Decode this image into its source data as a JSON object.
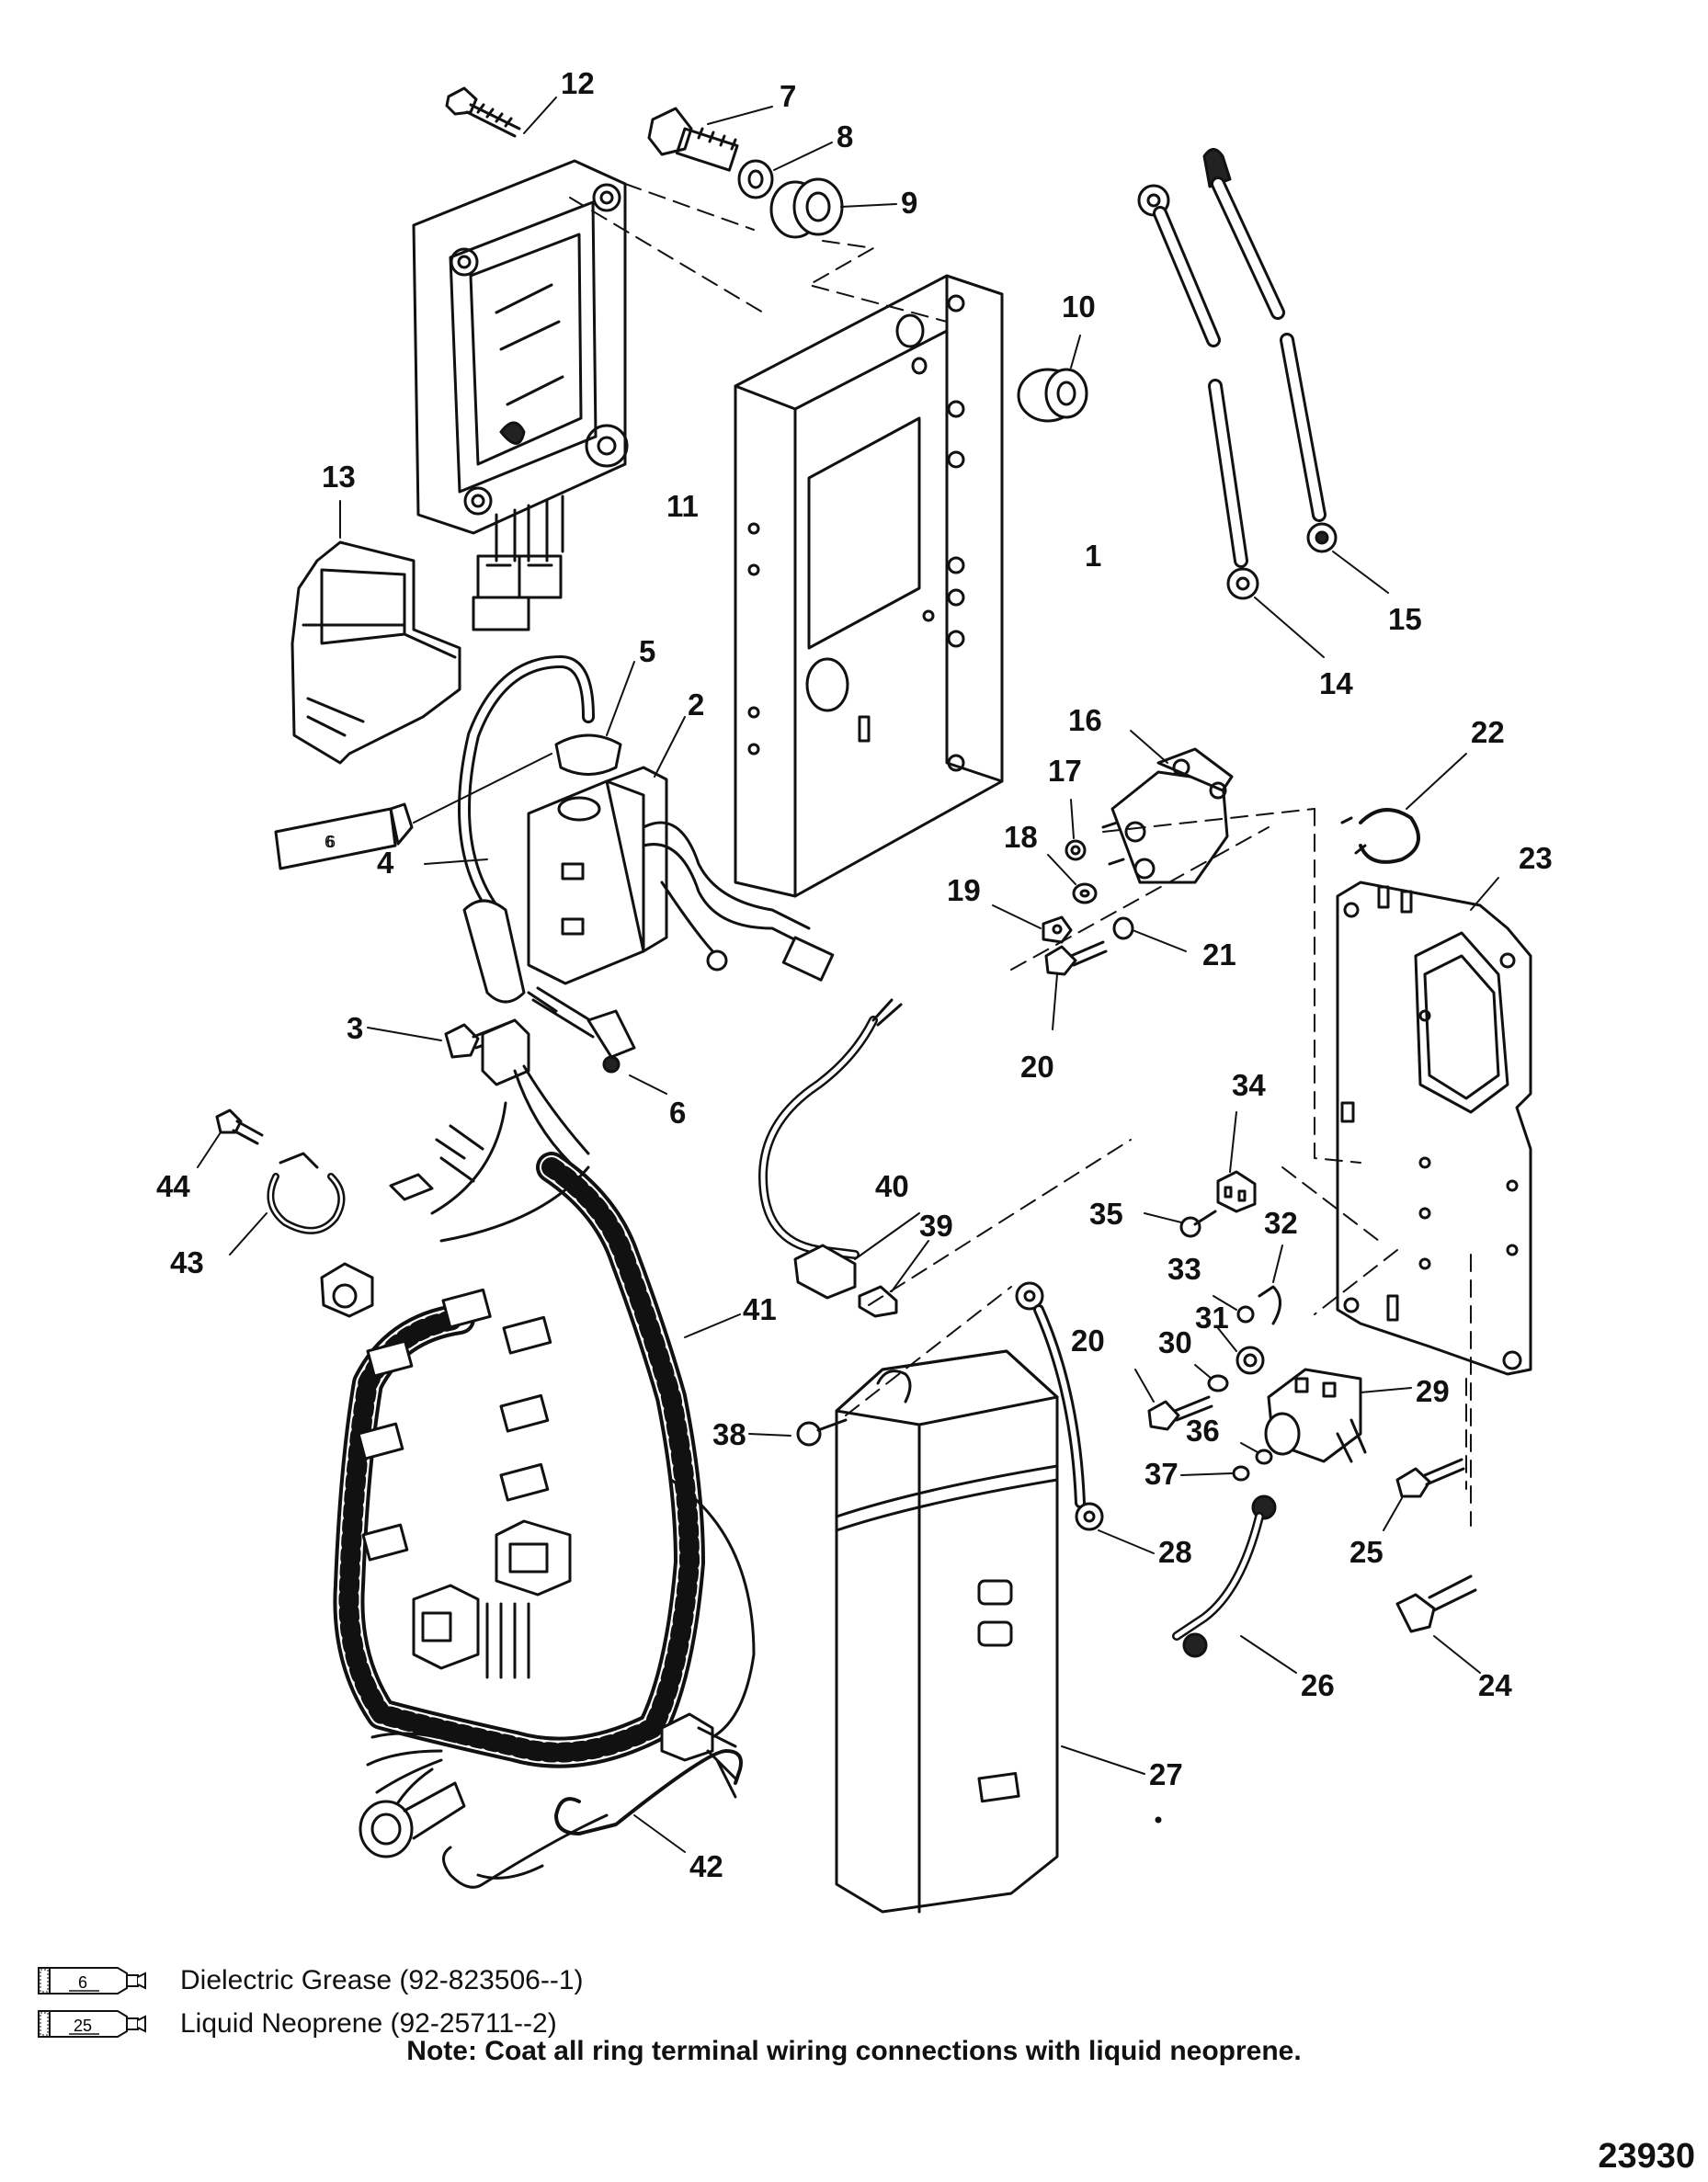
{
  "callouts": [
    {
      "id": "c1",
      "label": "1"
    },
    {
      "id": "c2",
      "label": "2"
    },
    {
      "id": "c3",
      "label": "3"
    },
    {
      "id": "c4",
      "label": "4"
    },
    {
      "id": "c5",
      "label": "5"
    },
    {
      "id": "c6a",
      "label": "6"
    },
    {
      "id": "c6b",
      "label": "6"
    },
    {
      "id": "c7",
      "label": "7"
    },
    {
      "id": "c8",
      "label": "8"
    },
    {
      "id": "c9",
      "label": "9"
    },
    {
      "id": "c10",
      "label": "10"
    },
    {
      "id": "c11",
      "label": "11"
    },
    {
      "id": "c12",
      "label": "12"
    },
    {
      "id": "c13",
      "label": "13"
    },
    {
      "id": "c14",
      "label": "14"
    },
    {
      "id": "c15",
      "label": "15"
    },
    {
      "id": "c16",
      "label": "16"
    },
    {
      "id": "c17",
      "label": "17"
    },
    {
      "id": "c18",
      "label": "18"
    },
    {
      "id": "c19",
      "label": "19"
    },
    {
      "id": "c20a",
      "label": "20"
    },
    {
      "id": "c20b",
      "label": "20"
    },
    {
      "id": "c21",
      "label": "21"
    },
    {
      "id": "c22",
      "label": "22"
    },
    {
      "id": "c23",
      "label": "23"
    },
    {
      "id": "c24",
      "label": "24"
    },
    {
      "id": "c25",
      "label": "25"
    },
    {
      "id": "c26",
      "label": "26"
    },
    {
      "id": "c27",
      "label": "27"
    },
    {
      "id": "c28",
      "label": "28"
    },
    {
      "id": "c29",
      "label": "29"
    },
    {
      "id": "c30",
      "label": "30"
    },
    {
      "id": "c31",
      "label": "31"
    },
    {
      "id": "c32",
      "label": "32"
    },
    {
      "id": "c33",
      "label": "33"
    },
    {
      "id": "c34",
      "label": "34"
    },
    {
      "id": "c35",
      "label": "35"
    },
    {
      "id": "c36",
      "label": "36"
    },
    {
      "id": "c37",
      "label": "37"
    },
    {
      "id": "c38",
      "label": "38"
    },
    {
      "id": "c39",
      "label": "39"
    },
    {
      "id": "c40",
      "label": "40"
    },
    {
      "id": "c41",
      "label": "41"
    },
    {
      "id": "c42",
      "label": "42"
    },
    {
      "id": "c43",
      "label": "43"
    },
    {
      "id": "c44",
      "label": "44"
    }
  ],
  "legend": {
    "items": [
      {
        "tube_number": "6",
        "text": "Dielectric Grease (92-823506--1)"
      },
      {
        "tube_number": "25",
        "text": "Liquid Neoprene (92-25711--2)"
      }
    ]
  },
  "note": "Note: Coat all ring terminal wiring connections with liquid neoprene.",
  "figure_number": "23930"
}
